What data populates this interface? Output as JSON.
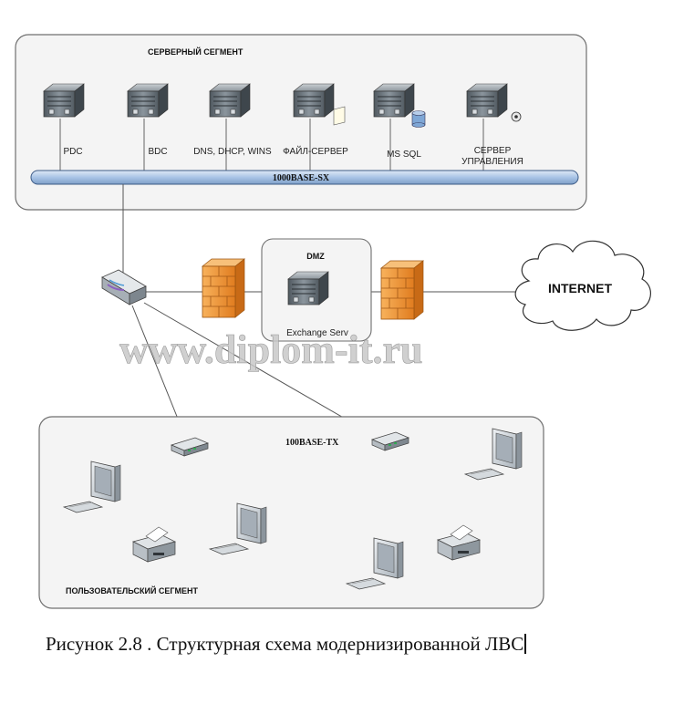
{
  "server_segment": {
    "title": "СЕРВЕРНЫЙ СЕГМЕНТ",
    "backbone": "1000BASE-SX",
    "servers": [
      {
        "label": "PDC",
        "icon": "server-icon"
      },
      {
        "label": "BDC",
        "icon": "server-icon"
      },
      {
        "label": "DNS, DHCP, WINS",
        "icon": "server-icon"
      },
      {
        "label": "ФАЙЛ-СЕРВЕР",
        "icon": "file-server-icon"
      },
      {
        "label": "MS SQL",
        "icon": "database-server-icon"
      },
      {
        "label_line1": "СЕРВЕР",
        "label_line2": "УПРАВЛЕНИЯ",
        "icon": "management-server-icon"
      }
    ]
  },
  "dmz": {
    "title": "DMZ",
    "server_label": "Exchange Serv"
  },
  "internet": {
    "label": "INTERNET"
  },
  "user_segment": {
    "title": "ПОЛЬЗОВАТЕЛЬСКИЙ СЕГМЕНТ",
    "link_label": "100BASE-TX"
  },
  "watermark": "www.diplom-it.ru",
  "caption": "Рисунок 2.8 . Структурная схема модернизированной ЛВС",
  "colors": {
    "backbone": "#a9c4e6",
    "firewall": "#f0932e",
    "server_body": "#6d7780"
  }
}
